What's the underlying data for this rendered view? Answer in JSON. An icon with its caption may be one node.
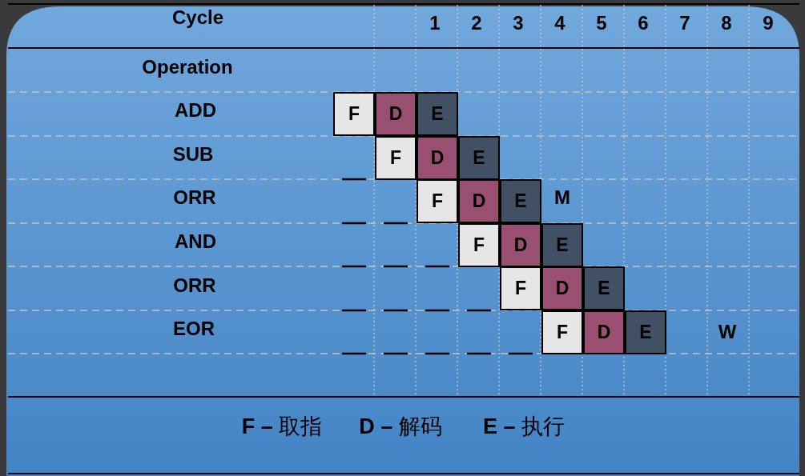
{
  "diagram": {
    "nodes": [
      {
        "text": [
          "F"
        ]
      },
      {
        "text": [
          "D"
        ]
      },
      {
        "text": [
          "E"
        ]
      },
      {
        "text": [
          "F"
        ]
      },
      {
        "text": [
          "D"
        ]
      },
      {
        "text": [
          "E"
        ]
      },
      {
        "text": [
          "F"
        ]
      },
      {
        "text": [
          "D"
        ]
      },
      {
        "text": [
          "E"
        ]
      },
      {
        "text": [
          "F"
        ]
      },
      {
        "text": [
          "D"
        ]
      },
      {
        "text": [
          "E"
        ]
      },
      {
        "text": [
          "F"
        ]
      },
      {
        "text": [
          "D"
        ]
      },
      {
        "text": [
          "E"
        ]
      },
      {
        "text": [
          "F"
        ]
      },
      {
        "text": [
          "D"
        ]
      },
      {
        "text": [
          "E"
        ]
      }
    ],
    "labels": [
      "Cycle",
      "1",
      "2",
      "3",
      "4",
      "5",
      "6",
      "7",
      "8",
      "9",
      "Operation",
      "ADD",
      "SUB",
      "ORR",
      "AND",
      "ORR",
      "EOR",
      "M",
      "W",
      "**F –** 取指",
      "**D –** 解码",
      "**E –** 执行"
    ]
  }
}
